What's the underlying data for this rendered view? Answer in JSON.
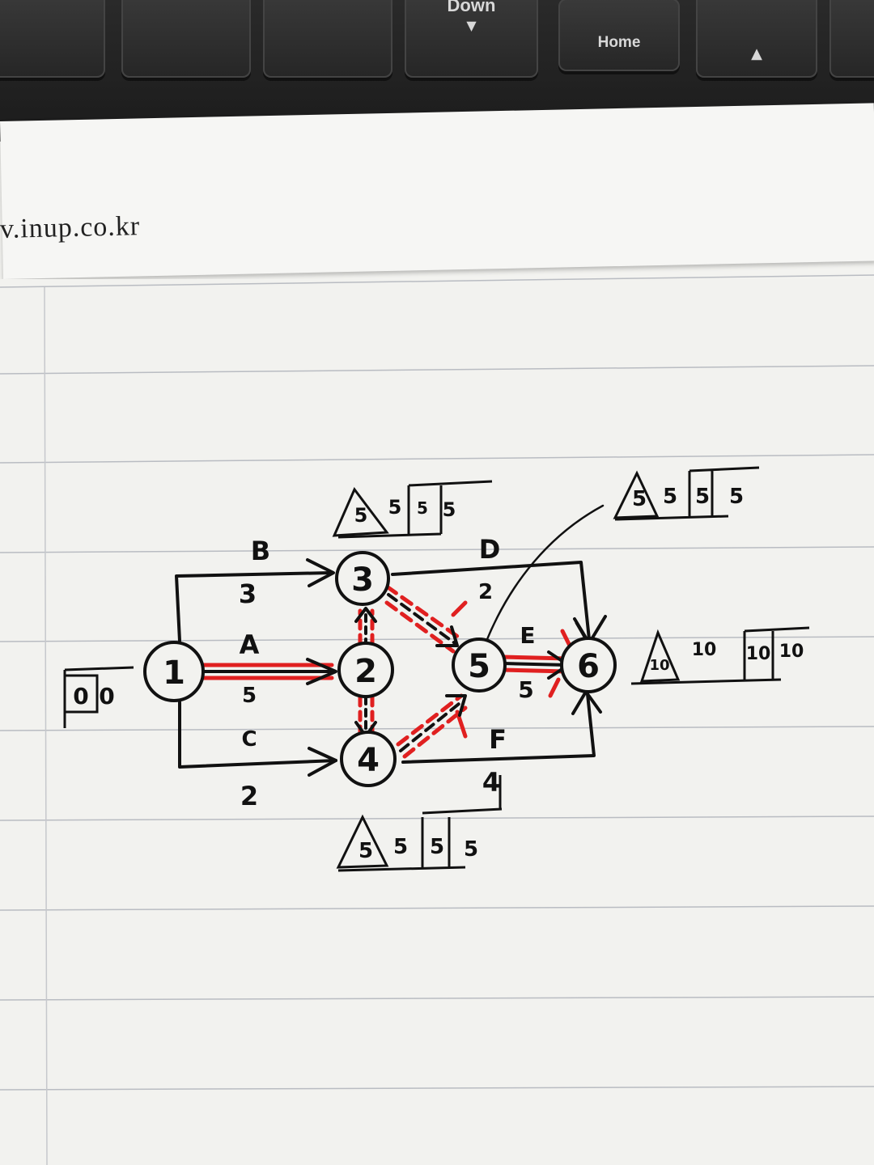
{
  "keyboard": {
    "keys": [
      {
        "label": "Down",
        "arrow": "▼"
      },
      {
        "label": "Home",
        "arrow": ""
      }
    ]
  },
  "header": {
    "url": "v.inup.co.kr"
  },
  "start_box": {
    "est": "0",
    "lst": "0"
  },
  "nodes": [
    {
      "id": "1",
      "label": "1"
    },
    {
      "id": "2",
      "label": "2"
    },
    {
      "id": "3",
      "label": "3"
    },
    {
      "id": "4",
      "label": "4"
    },
    {
      "id": "5",
      "label": "5"
    },
    {
      "id": "6",
      "label": "6"
    }
  ],
  "activities": [
    {
      "name": "A",
      "duration": "5",
      "from": "1",
      "to": "2",
      "critical": true
    },
    {
      "name": "B",
      "duration": "3",
      "from": "1",
      "to": "3",
      "critical": false
    },
    {
      "name": "C",
      "duration": "2",
      "from": "1",
      "to": "4",
      "critical": false
    },
    {
      "name": "D",
      "duration": "2",
      "from": "3",
      "to": "6",
      "critical": false
    },
    {
      "name": "E",
      "duration": "5",
      "from": "5",
      "to": "6",
      "critical": true
    },
    {
      "name": "F",
      "duration": "4",
      "from": "4",
      "to": "6",
      "critical": false
    }
  ],
  "annotations": {
    "node3": {
      "tri": "5",
      "a": "5",
      "b": "5",
      "c": "5"
    },
    "node5": {
      "tri": "5",
      "a": "5",
      "b": "5",
      "c": "5"
    },
    "node4": {
      "tri": "5",
      "a": "5",
      "b": "5",
      "c": "5"
    },
    "node6": {
      "tri": "10",
      "a": "10",
      "b": "10",
      "c": "10"
    }
  },
  "colors": {
    "ink": "#111111",
    "critical": "#e02020",
    "paper": "#f2f2ef"
  }
}
